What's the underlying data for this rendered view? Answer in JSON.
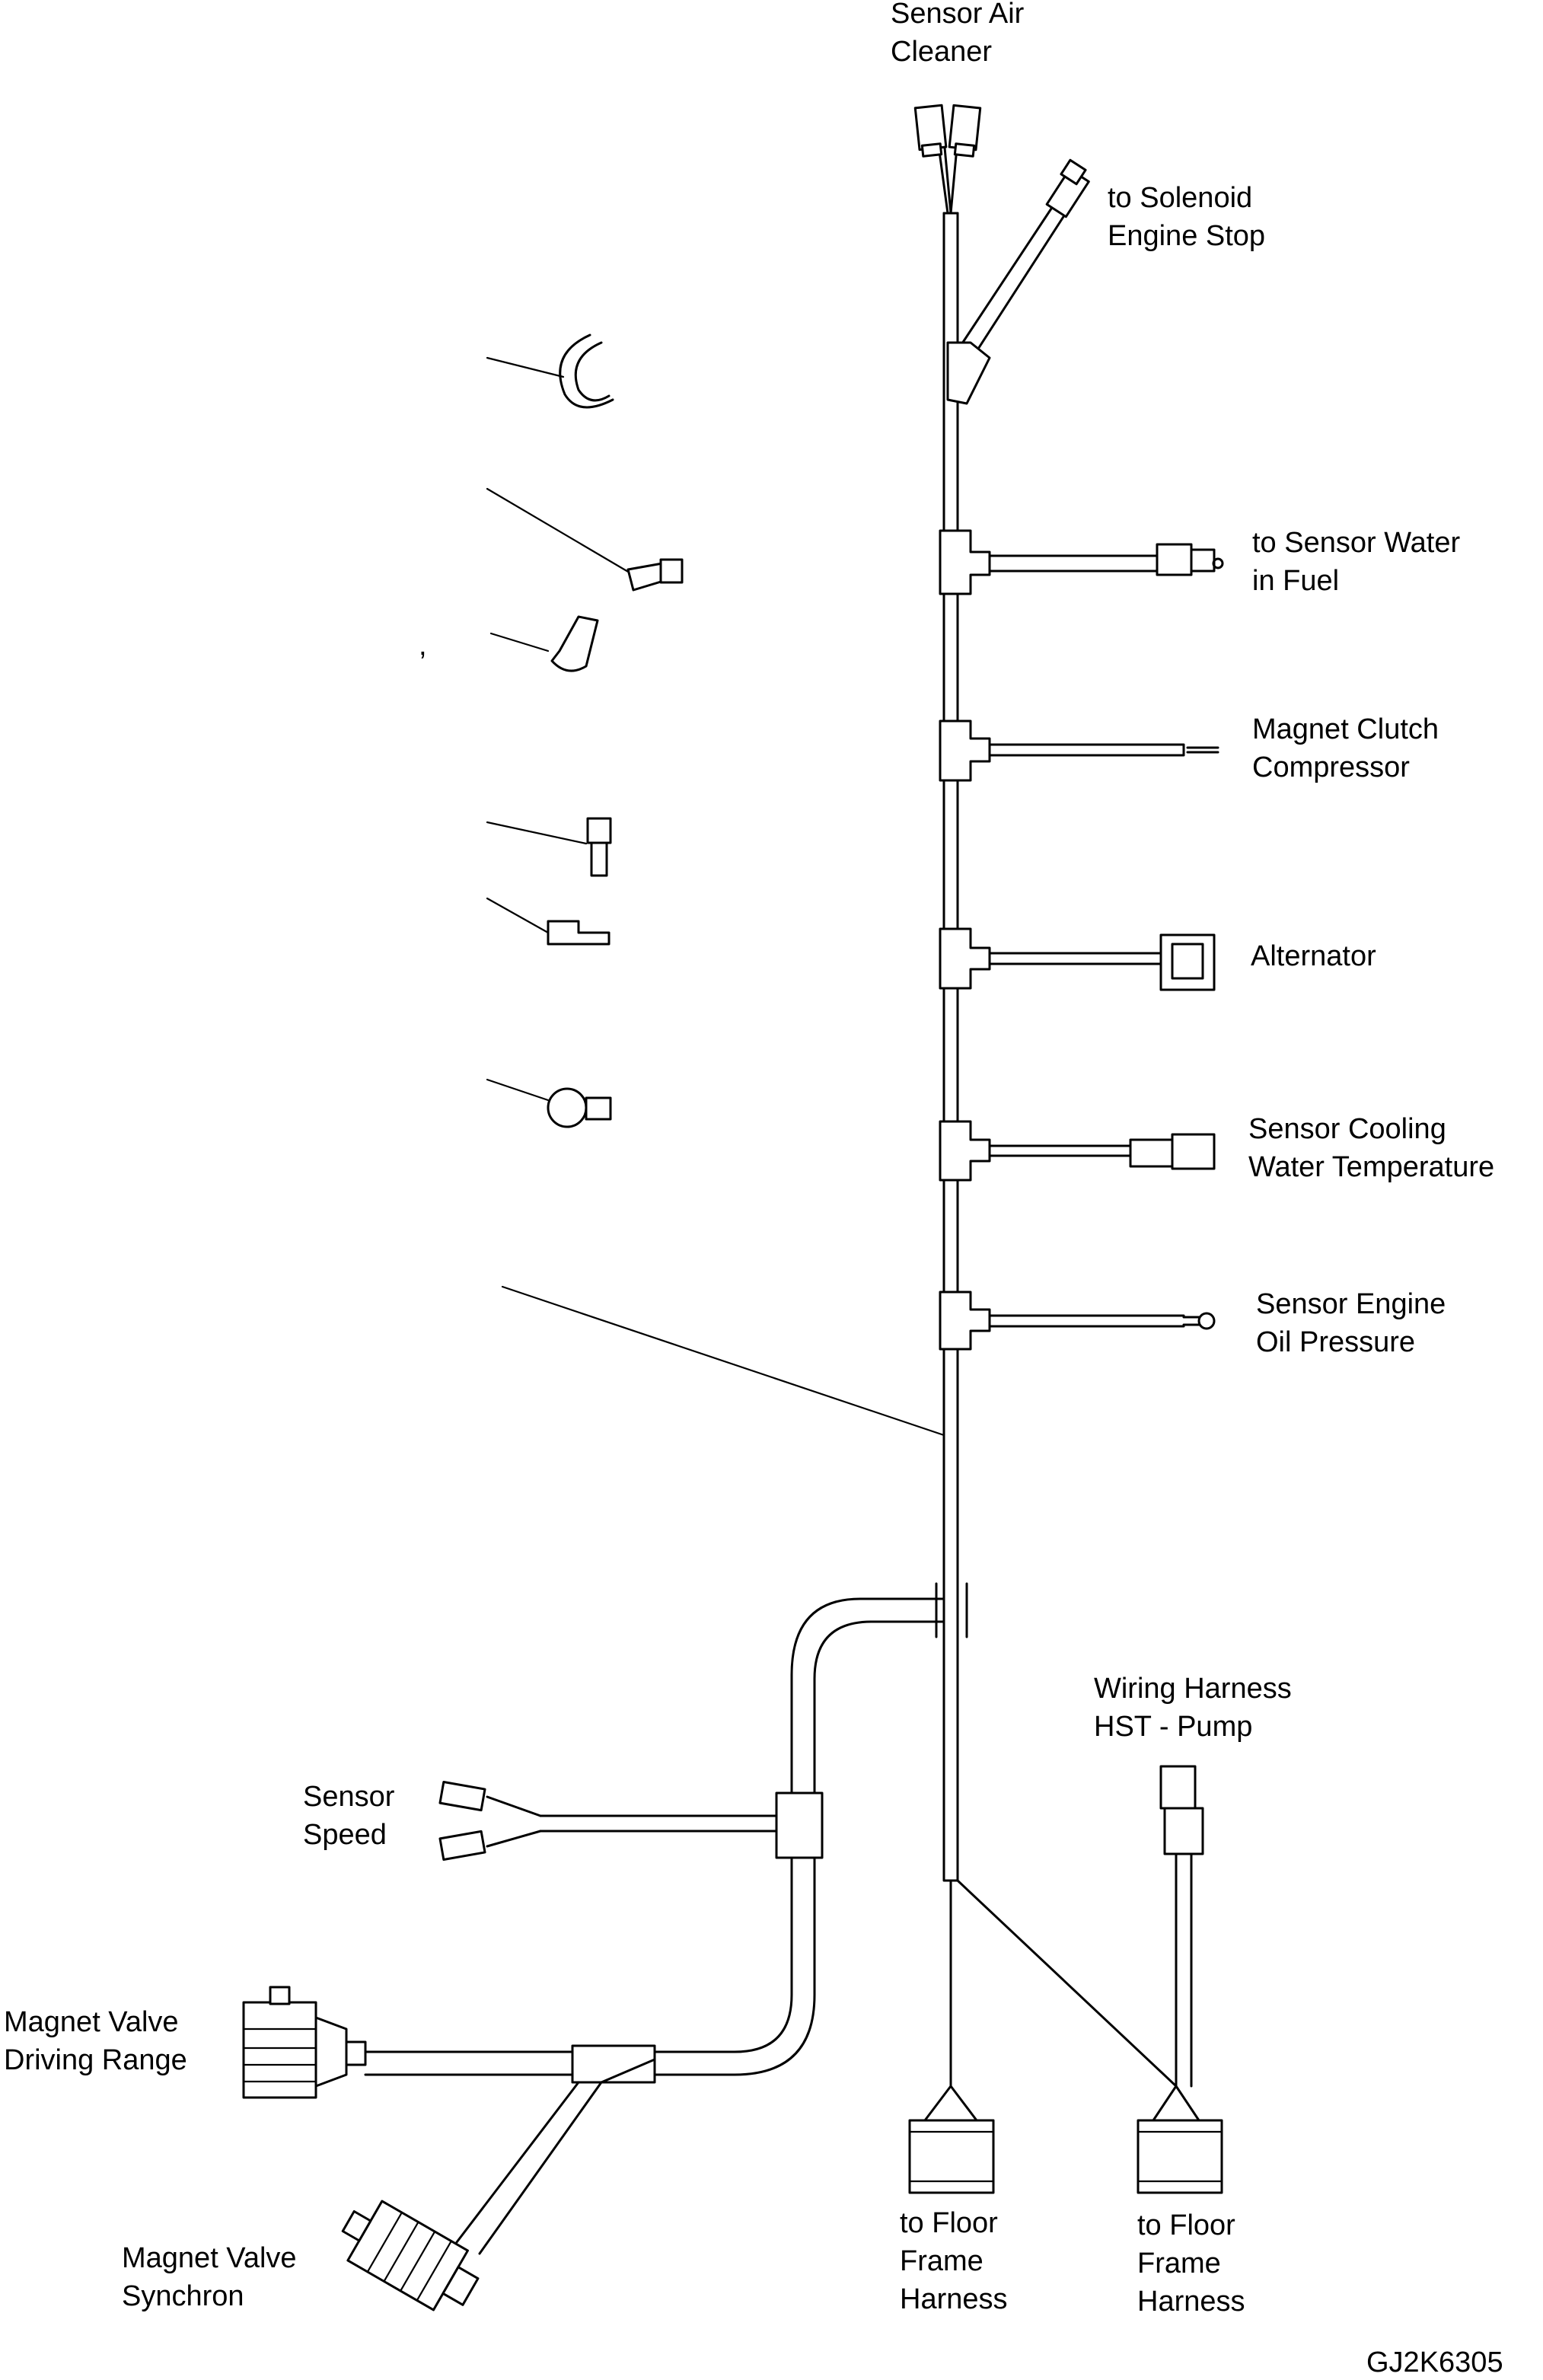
{
  "drawing_code": "GJ2K6305",
  "stray_mark": ",",
  "labels": {
    "sensor_air_cleaner": [
      "Sensor Air",
      "Cleaner"
    ],
    "solenoid_engine_stop": [
      "to Solenoid",
      "Engine Stop"
    ],
    "sensor_water_in_fuel": [
      "to Sensor Water",
      "in Fuel"
    ],
    "magnet_clutch_compressor": [
      "Magnet Clutch",
      "Compressor"
    ],
    "alternator": [
      "Alternator"
    ],
    "sensor_cooling_water_temp": [
      "Sensor Cooling",
      "Water Temperature"
    ],
    "sensor_engine_oil_pressure": [
      "Sensor Engine",
      "Oil Pressure"
    ],
    "wiring_harness_hst_pump": [
      "Wiring Harness",
      "HST - Pump"
    ],
    "sensor_speed": [
      "Sensor",
      "Speed"
    ],
    "magnet_valve_driving_range": [
      "Magnet Valve",
      "Driving Range"
    ],
    "magnet_valve_synchron": [
      "Magnet Valve",
      "Synchron"
    ],
    "floor_frame_harness_1": [
      "to Floor",
      "Frame",
      "Harness"
    ],
    "floor_frame_harness_2": [
      "to Floor",
      "Frame",
      "Harness"
    ]
  }
}
